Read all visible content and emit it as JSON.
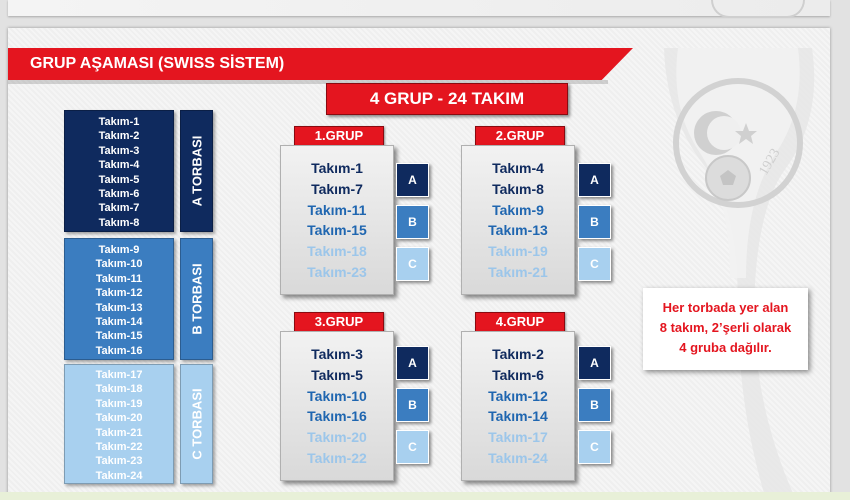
{
  "title": "GRUP AŞAMASI (SWISS SİSTEM)",
  "header": "4 GRUP - 24 TAKIM",
  "pots": [
    {
      "key": "a",
      "label": "A TORBASI",
      "teams": [
        "Takım-1",
        "Takım-2",
        "Takım-3",
        "Takım-4",
        "Takım-5",
        "Takım-6",
        "Takım-7",
        "Takım-8"
      ]
    },
    {
      "key": "b",
      "label": "B TORBASI",
      "teams": [
        "Takım-9",
        "Takım-10",
        "Takım-11",
        "Takım-12",
        "Takım-13",
        "Takım-14",
        "Takım-15",
        "Takım-16"
      ]
    },
    {
      "key": "c",
      "label": "C TORBASI",
      "teams": [
        "Takım-17",
        "Takım-18",
        "Takım-19",
        "Takım-20",
        "Takım-21",
        "Takım-22",
        "Takım-23",
        "Takım-24"
      ]
    }
  ],
  "groups": [
    {
      "name": "1.GRUP",
      "teams": [
        "Takım-1",
        "Takım-7",
        "Takım-11",
        "Takım-15",
        "Takım-18",
        "Takım-23"
      ]
    },
    {
      "name": "2.GRUP",
      "teams": [
        "Takım-4",
        "Takım-8",
        "Takım-9",
        "Takım-13",
        "Takım-19",
        "Takım-21"
      ]
    },
    {
      "name": "3.GRUP",
      "teams": [
        "Takım-3",
        "Takım-5",
        "Takım-10",
        "Takım-16",
        "Takım-20",
        "Takım-22"
      ]
    },
    {
      "name": "4.GRUP",
      "teams": [
        "Takım-2",
        "Takım-6",
        "Takım-12",
        "Takım-14",
        "Takım-17",
        "Takım-24"
      ]
    }
  ],
  "pot_badges": [
    "A",
    "B",
    "C"
  ],
  "note_lines": [
    "Her torbada yer alan",
    "8 takım, 2’şerli olarak",
    "4 gruba dağılır."
  ],
  "emblem_year": "1923",
  "emblem_icons": [
    "crescent-star-icon",
    "football-icon"
  ],
  "colors": {
    "red": "#e4151f",
    "pot_a": "#0f2a5e",
    "pot_b": "#3b7dc0",
    "pot_c": "#a8d0ef"
  }
}
